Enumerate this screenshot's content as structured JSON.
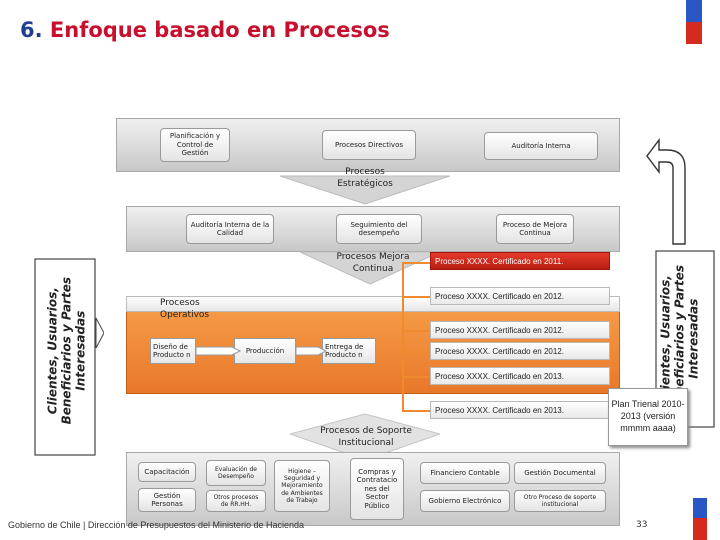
{
  "title": {
    "number": "6.",
    "text": "Enfoque basado en Procesos"
  },
  "estrategicos": {
    "boxes": [
      "Planificación y Control de Gestión",
      "Procesos Directivos",
      "Auditoría Interna"
    ],
    "label": "Procesos Estratégicos"
  },
  "mejora": {
    "boxes": [
      "Auditoría Interna de la Calidad",
      "Seguimiento del desempeño",
      "Proceso de Mejora Continua"
    ],
    "label": "Procesos Mejora Continua"
  },
  "operativos": {
    "label": "Procesos Operativos",
    "boxes": [
      "Diseño de Producto n",
      "Producción",
      "Entrega de Producto n"
    ]
  },
  "certificados": [
    "Proceso XXXX. Certificado en 2011.",
    "Proceso XXXX. Certificado en 2012.",
    "Proceso XXXX. Certificado en 2012.",
    "Proceso XXXX. Certificado en 2012.",
    "Proceso XXXX. Certificado en 2013.",
    "Proceso XXXX. Certificado en 2013."
  ],
  "soporte": {
    "label": "Procesos de Soporte Institucional",
    "boxes": [
      "Capacitación",
      "Evaluación de Desempeño",
      "Higiene – Seguridad y Mejoramiento de Ambientes de Trabajo",
      "Gestión Personas",
      "Otros procesos de RR.HH.",
      "Compras y Contratacio nes del Sector Público",
      "Financiero Contable",
      "Gestión Documental",
      "Gobierno Electrónico",
      "Otro Proceso de soporte institucional"
    ]
  },
  "side_left": [
    "Clientes, Usuarios,",
    "Beneficiarios y Partes",
    "Interesadas"
  ],
  "side_right": [
    "Clientes, Usuarios,",
    "Beneficiarios y Partes",
    "Interesadas"
  ],
  "plan": "Plan Trienal 2010-2013 (versión mmmm aaaa)",
  "footer": "Gobierno de Chile | Dirección de Presupuestos del Ministerio de Hacienda",
  "page_number": "33",
  "colors": {
    "title_red": "#c8102e",
    "title_blue": "#1f3f8f",
    "orange": "#f08a2e",
    "cert_red": "#d52b1e",
    "flag_blue": "#2a56c6"
  }
}
